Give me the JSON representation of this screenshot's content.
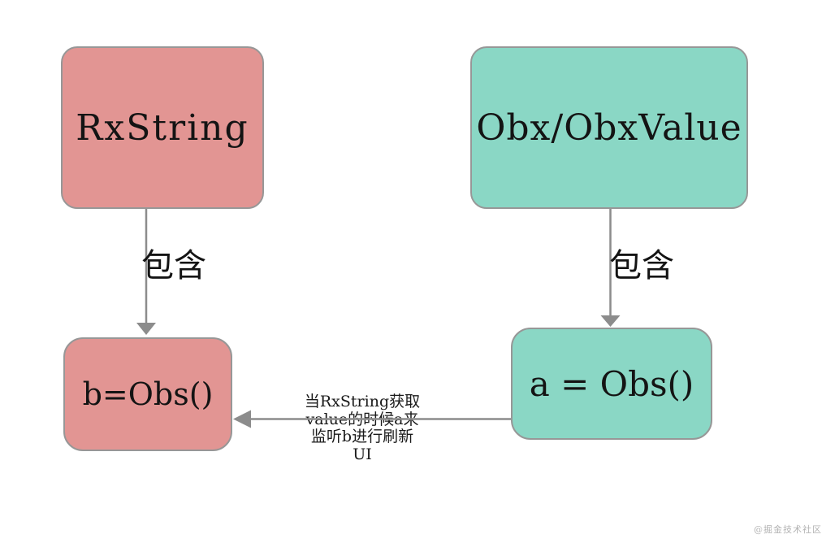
{
  "diagram": {
    "background": "#ffffff",
    "nodes": {
      "rxstring": {
        "label": "RxString",
        "fill": "#e29593"
      },
      "obx_obxvalue": {
        "label": "Obx/ObxValue",
        "fill": "#8ad7c5"
      },
      "b_obs": {
        "label": "b=Obs()",
        "fill": "#e29593"
      },
      "a_obs": {
        "label": "a = Obs()",
        "fill": "#8ad7c5"
      }
    },
    "edges": {
      "rxstring_contains": {
        "label": "包含",
        "from": "rxstring",
        "to": "b_obs",
        "direction": "down"
      },
      "obx_contains": {
        "label": "包含",
        "from": "obx_obxvalue",
        "to": "a_obs",
        "direction": "down"
      },
      "listen": {
        "label_lines": [
          "当RxString获取",
          "value的时候a来",
          "监听b进行刷新",
          "UI"
        ],
        "from": "a_obs",
        "to": "b_obs",
        "direction": "left"
      }
    },
    "colors": {
      "node_border": "#979797",
      "arrow": "#8c8c8c",
      "text": "#141414",
      "watermark": "#b3b3b3"
    },
    "watermark": "@掘金技术社区"
  }
}
